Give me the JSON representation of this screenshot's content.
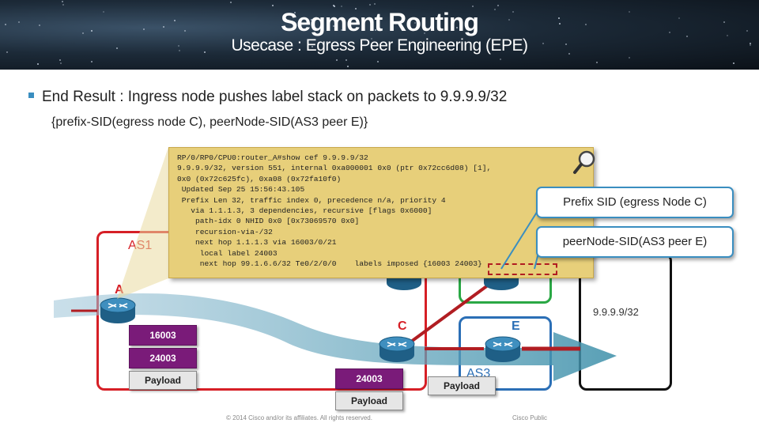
{
  "header": {
    "title": "Segment Routing",
    "subtitle": "Usecase : Egress Peer Engineering (EPE)"
  },
  "body": {
    "bullet": "End Result : Ingress node pushes label stack on packets to 9.9.9.9/32",
    "subline": "{prefix-SID(egress node C), peerNode-SID(AS3 peer E)}"
  },
  "diagram": {
    "as1_label": "AS1",
    "as3_label": "AS3",
    "node_a": "A",
    "node_c": "C",
    "node_e": "E",
    "prefix": "9.9.9.9/32",
    "stack_a": [
      "16003",
      "24003"
    ],
    "stack_c": [
      "24003"
    ],
    "payload": "Payload"
  },
  "cli": {
    "lines": [
      "RP/0/RP0/CPU0:router_A#show cef 9.9.9.9/32",
      "9.9.9.9/32, version 551, internal 0xa000001 0x0 (ptr 0x72cc6d08) [1],",
      "0x0 (0x72c625fc), 0xa08 (0x72fa10f0)",
      " Updated Sep 25 15:56:43.105",
      " Prefix Len 32, traffic index 0, precedence n/a, priority 4",
      "   via 1.1.1.3, 3 dependencies, recursive [flags 0x6000]",
      "    path-idx 0 NHID 0x0 [0x73069570 0x0]",
      "    recursion-via-/32",
      "    next hop 1.1.1.3 via 16003/0/21",
      "     local label 24003",
      "     next hop 99.1.6.6/32 Te0/2/0/0    labels imposed {16003 24003}"
    ]
  },
  "callouts": {
    "prefix_sid": "Prefix SID (egress Node C)",
    "peer_node_sid": "peerNode-SID(AS3 peer E)"
  },
  "footer": {
    "copyright": "© 2014  Cisco and/or its affiliates. All rights reserved.",
    "classification": "Cisco Public"
  },
  "colors": {
    "as1": "#d61f26",
    "as_green": "#2aa845",
    "as3": "#2b6fb6",
    "label": "#7a1b79",
    "cli_bg": "#e7cf7a",
    "callout_border": "#3a8ec0",
    "peer_link": "#b11d22"
  }
}
